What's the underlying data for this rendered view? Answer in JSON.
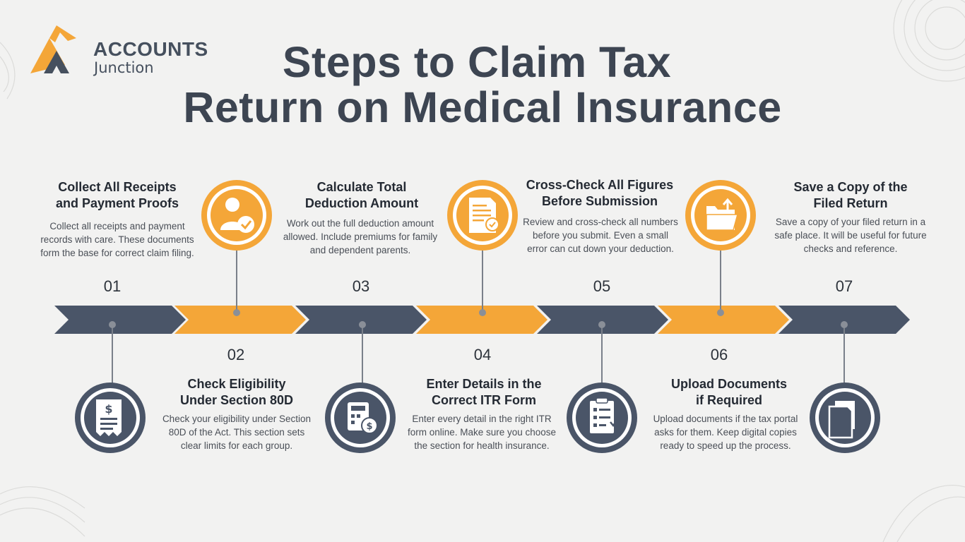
{
  "brand": {
    "name_line1": "ACCOUNTS",
    "name_line2": "Junction"
  },
  "title": {
    "line1": "Steps to Claim Tax",
    "line2": "Return on Medical Insurance"
  },
  "colors": {
    "orange": "#f4a638",
    "slate": "#4a5568",
    "text_dark": "#3d4552"
  },
  "steps": [
    {
      "number": "01",
      "title_line1": "Collect All Receipts",
      "title_line2": "and Payment Proofs",
      "description": "Collect all receipts and payment records with care. These documents form the base for correct claim filing.",
      "icon": "receipt-icon"
    },
    {
      "number": "02",
      "title_line1": "Check Eligibility",
      "title_line2": "Under Section 80D",
      "description": "Check your eligibility under Section 80D of the Act. This section sets clear limits for each group.",
      "icon": "user-check-icon"
    },
    {
      "number": "03",
      "title_line1": "Calculate Total",
      "title_line2": "Deduction Amount",
      "description": "Work out the full deduction amount allowed. Include premiums for family and dependent parents.",
      "icon": "calculator-icon"
    },
    {
      "number": "04",
      "title_line1": "Enter Details in the",
      "title_line2": "Correct ITR Form",
      "description": "Enter every detail in the right ITR form online. Make sure you choose the section for health insurance.",
      "icon": "document-check-icon"
    },
    {
      "number": "05",
      "title_line1": "Cross-Check All Figures",
      "title_line2": "Before Submission",
      "description": "Review and cross-check all numbers before you submit. Even a small error can cut down your deduction.",
      "icon": "checklist-icon"
    },
    {
      "number": "06",
      "title_line1": "Upload Documents",
      "title_line2": "if Required",
      "description": "Upload documents if the tax portal asks for them. Keep digital copies ready to speed up the process.",
      "icon": "folder-upload-icon"
    },
    {
      "number": "07",
      "title_line1": "Save a Copy of the",
      "title_line2": "Filed Return",
      "description": "Save a copy of your filed return in a safe place. It will be useful for future checks and reference.",
      "icon": "copy-files-icon"
    }
  ]
}
